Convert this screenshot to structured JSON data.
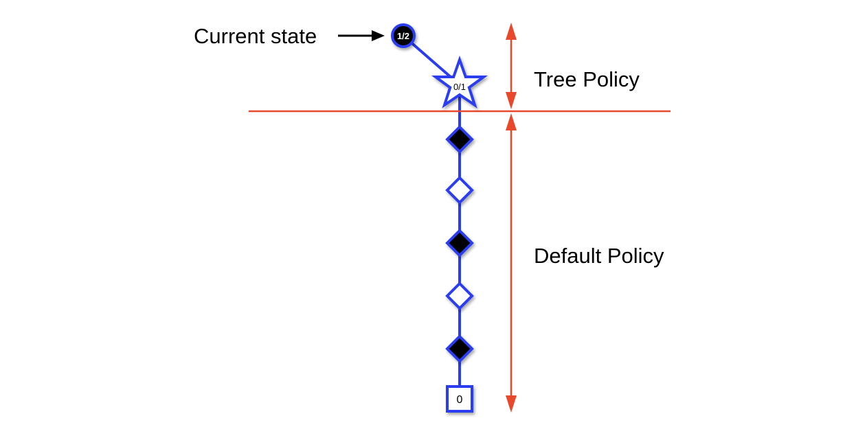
{
  "labels": {
    "current_state": "Current state",
    "tree_policy": "Tree Policy",
    "default_policy": "Default Policy"
  },
  "nodes": {
    "root_value": "1/2",
    "star_value": "0/1",
    "terminal_value": "0"
  },
  "colors": {
    "edge_blue": "#2a3cf0",
    "divider_red": "#e8482b",
    "black": "#000000",
    "white": "#ffffff"
  },
  "icons": {
    "root": "circle",
    "expanded": "star",
    "filled_step": "diamond-filled",
    "empty_step": "diamond-empty",
    "terminal": "square"
  }
}
